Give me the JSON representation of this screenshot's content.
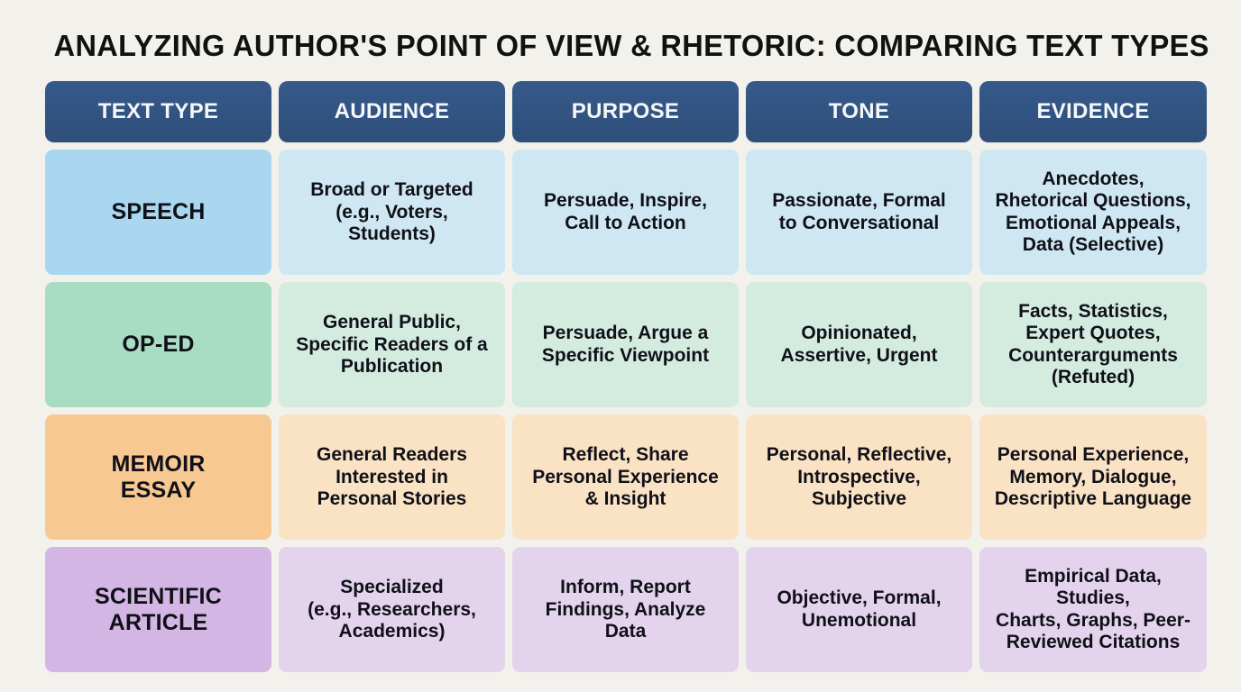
{
  "title": "Analyzing Author's Point of View & Rhetoric: Comparing Text Types",
  "colors": {
    "background": "#f2f1ec",
    "header_bg": "#31537f",
    "header_text": "#f4f7fb",
    "body_text": "#101018",
    "speech_key": "#a9d7ef",
    "speech_cell": "#cfe7f2",
    "oped_key": "#a8dcc3",
    "oped_cell": "#d4ebdf",
    "memoir_key": "#f8c893",
    "memoir_cell": "#fae3c4",
    "scientific_key": "#d4b6e4",
    "scientific_cell": "#e4d3ec"
  },
  "table": {
    "headers": [
      "TEXT TYPE",
      "AUDIENCE",
      "PURPOSE",
      "TONE",
      "EVIDENCE"
    ],
    "rows": [
      {
        "key": "speech",
        "cells": [
          "SPEECH",
          "Broad or Targeted\n(e.g., Voters,\nStudents)",
          "Persuade, Inspire,\nCall to Action",
          "Passionate, Formal\nto Conversational",
          "Anecdotes,\nRhetorical Questions,\nEmotional Appeals,\nData (Selective)"
        ]
      },
      {
        "key": "oped",
        "cells": [
          "OP-ED",
          "General Public,\nSpecific Readers of a\nPublication",
          "Persuade, Argue a\nSpecific Viewpoint",
          "Opinionated,\nAssertive, Urgent",
          "Facts, Statistics,\nExpert Quotes,\nCounterarguments\n(Refuted)"
        ]
      },
      {
        "key": "memoir",
        "cells": [
          "MEMOIR\nESSAY",
          "General Readers\nInterested in\nPersonal Stories",
          "Reflect, Share\nPersonal Experience\n& Insight",
          "Personal, Reflective,\nIntrospective,\nSubjective",
          "Personal Experience,\nMemory, Dialogue,\nDescriptive Language"
        ]
      },
      {
        "key": "scientific",
        "cells": [
          "SCIENTIFIC\nARTICLE",
          "Specialized\n(e.g., Researchers,\nAcademics)",
          "Inform, Report\nFindings, Analyze\nData",
          "Objective, Formal,\nUnemotional",
          "Empirical Data, Studies,\nCharts, Graphs, Peer-\nReviewed Citations"
        ]
      }
    ]
  }
}
